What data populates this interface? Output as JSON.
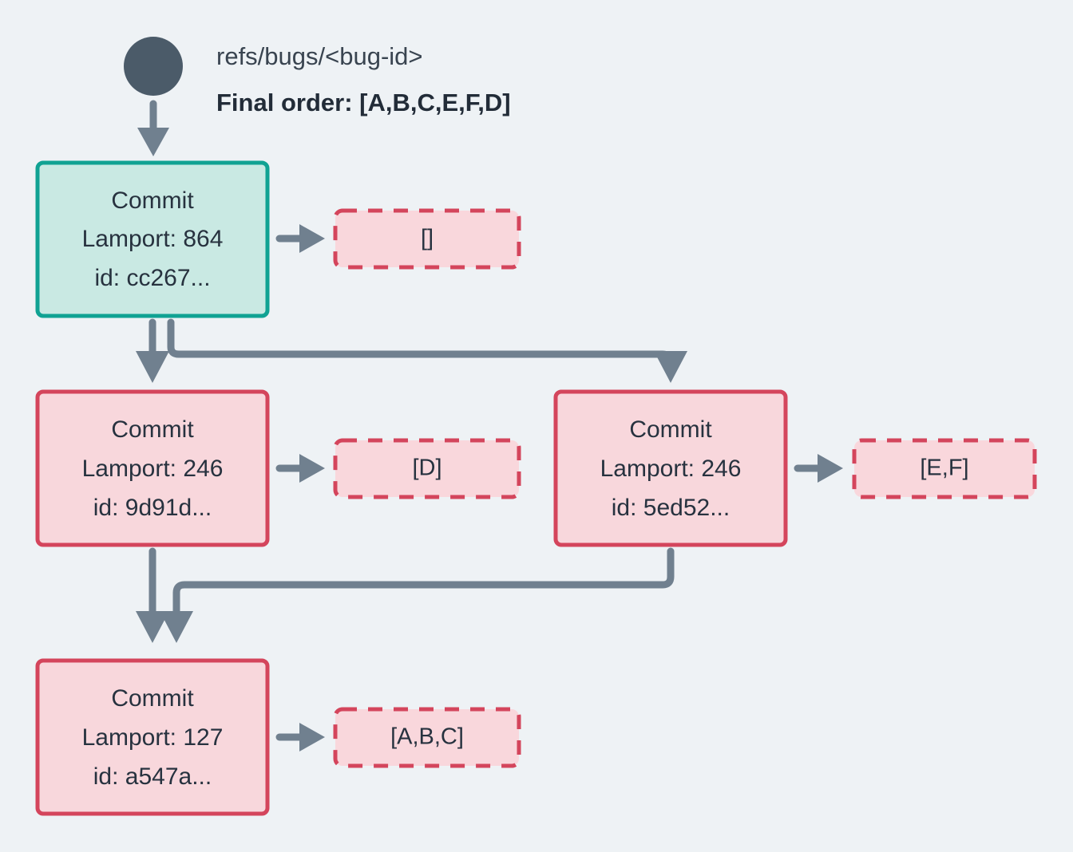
{
  "diagram": {
    "background_color": "#eef2f5",
    "header": {
      "ref_label": "refs/bugs/<bug-id>",
      "order_label": "Final order: [A,B,C,E,F,D]",
      "root_node_name": "ref-root-node"
    },
    "colors": {
      "background": "#eef2f5",
      "green_border": "#10a293",
      "green_fill": "#c9e9e3",
      "pink_border": "#d4455c",
      "pink_fill": "#f8d7dc",
      "annotation_fill": "#f9d7dc",
      "edge": "#70808f",
      "root_dot": "#4b5b69",
      "text": "#27323f"
    },
    "commits": [
      {
        "id": "commit-cc267",
        "title": "Commit",
        "lamport": "Lamport: 864",
        "hash": "id: cc267...",
        "style": "green"
      },
      {
        "id": "commit-9d91d",
        "title": "Commit",
        "lamport": "Lamport: 246",
        "hash": "id: 9d91d...",
        "style": "pink"
      },
      {
        "id": "commit-5ed52",
        "title": "Commit",
        "lamport": "Lamport: 246",
        "hash": "id: 5ed52...",
        "style": "pink"
      },
      {
        "id": "commit-a547a",
        "title": "Commit",
        "lamport": "Lamport: 127",
        "hash": "id: a547a...",
        "style": "pink"
      }
    ],
    "annotations": [
      {
        "id": "annotation-cc267",
        "label": "[]",
        "for_commit": "commit-cc267"
      },
      {
        "id": "annotation-9d91d",
        "label": "[D]",
        "for_commit": "commit-9d91d"
      },
      {
        "id": "annotation-5ed52",
        "label": "[E,F]",
        "for_commit": "commit-5ed52"
      },
      {
        "id": "annotation-a547a",
        "label": "[A,B,C]",
        "for_commit": "commit-a547a"
      }
    ]
  }
}
